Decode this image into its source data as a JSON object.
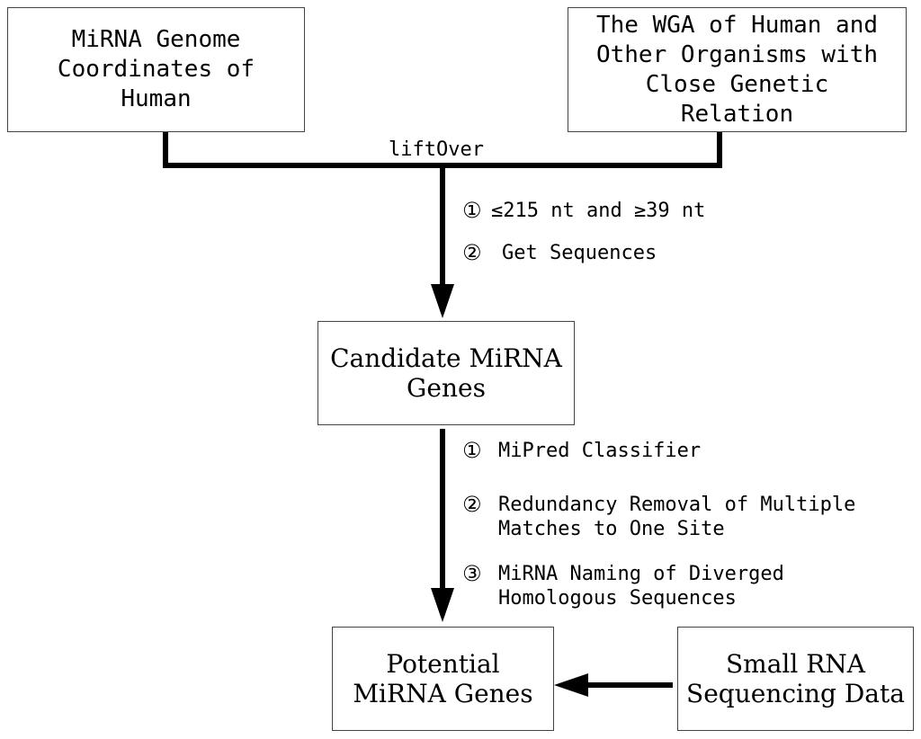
{
  "nodes": {
    "mirna_coords": "MiRNA Genome\nCoordinates of\nHuman",
    "wga": "The WGA of Human and\nOther Organisms with\nClose Genetic\nRelation",
    "candidate": "Candidate MiRNA\nGenes",
    "potential": "Potential\nMiRNA Genes",
    "small_rna": "Small RNA\nSequencing Data"
  },
  "edges": {
    "merge_label": "liftOver"
  },
  "steps_first": [
    {
      "num": "①",
      "text": "≤215 nt and ≥39 nt"
    },
    {
      "num": "②",
      "text": "Get Sequences"
    }
  ],
  "steps_second": [
    {
      "num": "①",
      "text": "MiPred Classifier"
    },
    {
      "num": "②",
      "text": "Redundancy Removal of Multiple\nMatches to One Site"
    },
    {
      "num": "③",
      "text": "MiRNA Naming of Diverged\nHomologous Sequences"
    }
  ]
}
